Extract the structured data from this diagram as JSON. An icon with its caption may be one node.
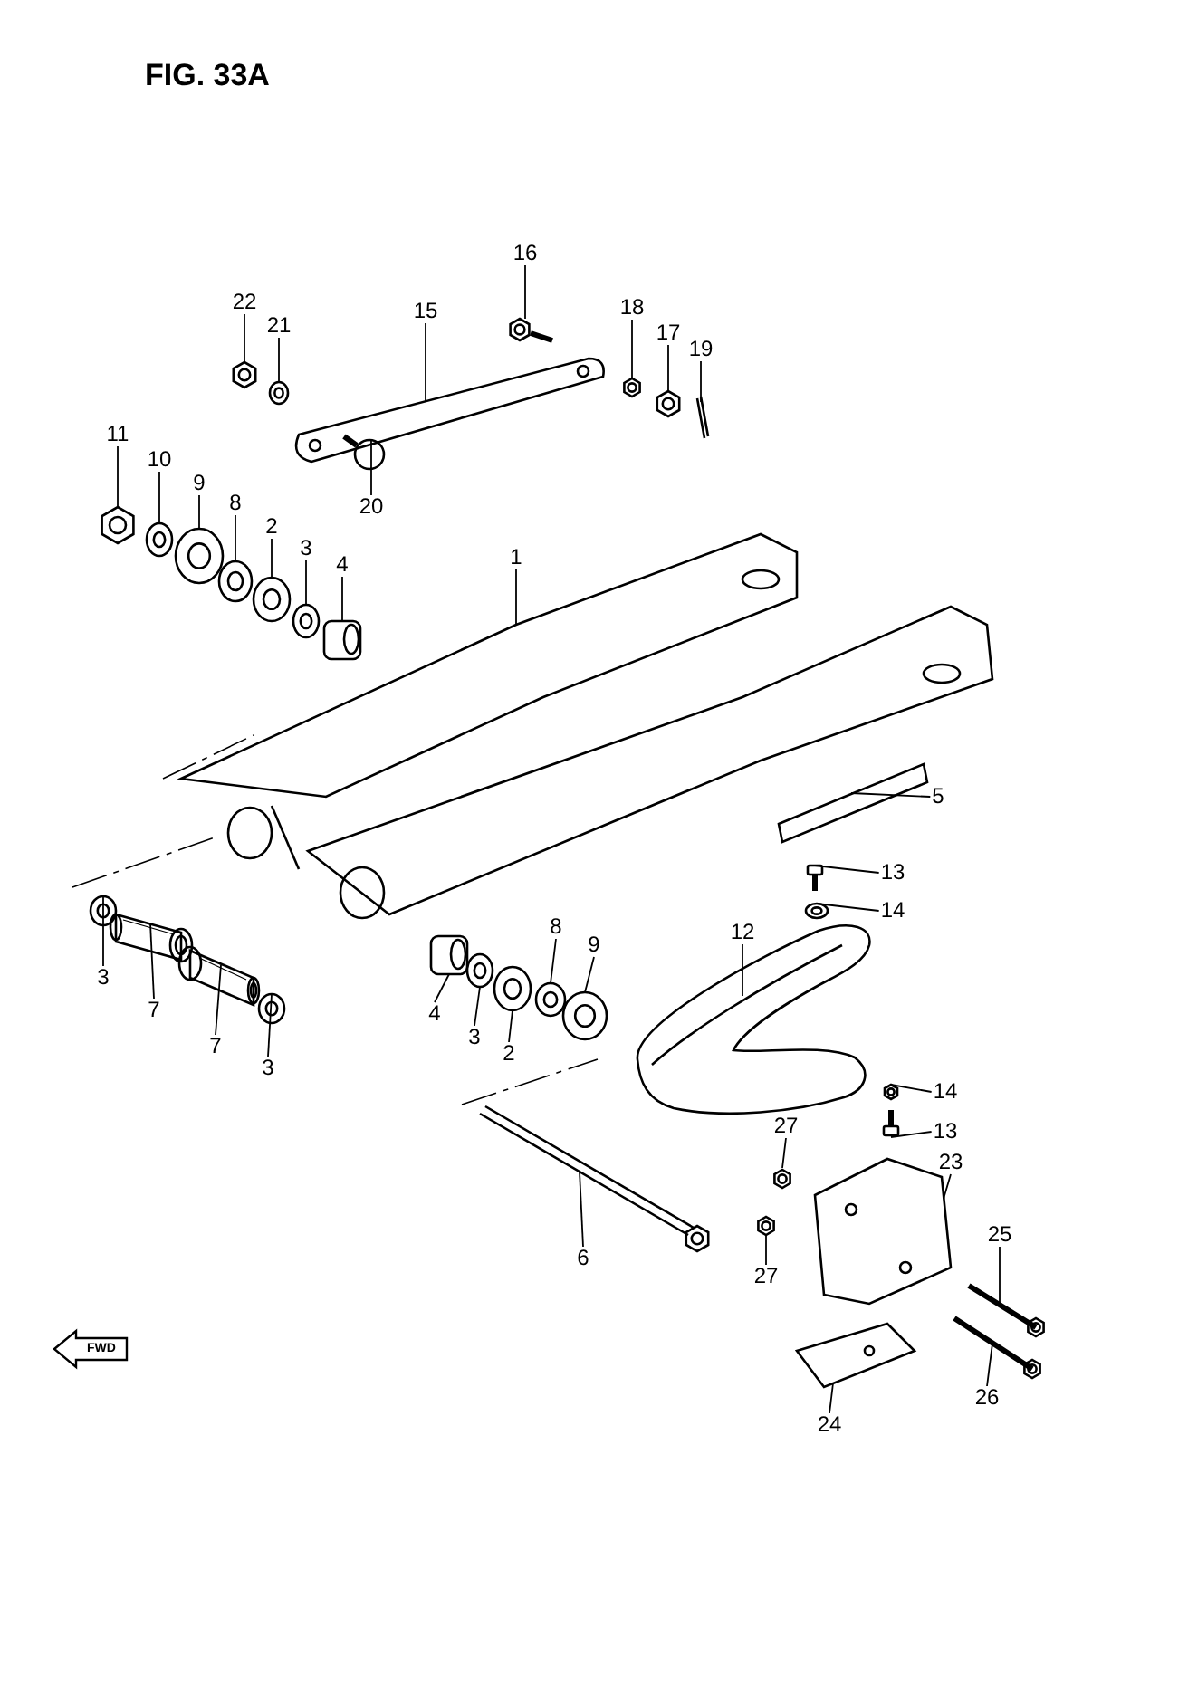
{
  "diagram": {
    "title": "FIG. 33A",
    "nodes": [
      {
        "text": [
          "16"
        ]
      },
      {
        "text": [
          "22"
        ]
      },
      {
        "text": [
          "15"
        ]
      },
      {
        "text": [
          "18"
        ]
      },
      {
        "text": [
          "21"
        ]
      },
      {
        "text": [
          "17"
        ]
      },
      {
        "text": [
          "19"
        ]
      },
      {
        "text": [
          "11"
        ]
      },
      {
        "text": [
          "10"
        ]
      },
      {
        "text": [
          "20"
        ]
      },
      {
        "text": [
          "9"
        ]
      },
      {
        "text": [
          "8"
        ]
      },
      {
        "text": [
          "2"
        ]
      },
      {
        "text": [
          "3"
        ]
      },
      {
        "text": [
          "4"
        ]
      },
      {
        "text": [
          "1"
        ]
      },
      {
        "text": [
          "5"
        ]
      },
      {
        "text": [
          "13"
        ]
      },
      {
        "text": [
          "14"
        ]
      },
      {
        "text": [
          "12"
        ]
      },
      {
        "text": [
          "8"
        ]
      },
      {
        "text": [
          "9"
        ]
      },
      {
        "text": [
          "3"
        ]
      },
      {
        "text": [
          "7"
        ]
      },
      {
        "text": [
          "4"
        ]
      },
      {
        "text": [
          "3"
        ]
      },
      {
        "text": [
          "7"
        ]
      },
      {
        "text": [
          "2"
        ]
      },
      {
        "text": [
          "3"
        ]
      },
      {
        "text": [
          "14"
        ]
      },
      {
        "text": [
          "13"
        ]
      },
      {
        "text": [
          "27"
        ]
      },
      {
        "text": [
          "23"
        ]
      },
      {
        "text": [
          "25"
        ]
      },
      {
        "text": [
          "6"
        ]
      },
      {
        "text": [
          "27"
        ]
      },
      {
        "text": [
          "26"
        ]
      },
      {
        "text": [
          "24"
        ]
      },
      {
        "text": [],
        "shape": "picture"
      },
      {
        "text": [],
        "shape": "picture"
      },
      {
        "text": [],
        "shape": "picture"
      },
      {
        "text": [],
        "shape": "picture"
      },
      {
        "text": [],
        "shape": "picture"
      },
      {
        "text": [],
        "shape": "picture"
      },
      {
        "text": [],
        "shape": "picture"
      },
      {
        "text": [],
        "shape": "picture"
      },
      {
        "text": [],
        "shape": "picture"
      },
      {
        "text": [],
        "shape": "picture"
      },
      {
        "text": [],
        "shape": "picture"
      },
      {
        "text": [],
        "shape": "picture"
      },
      {
        "text": [],
        "shape": "picture"
      },
      {
        "text": [],
        "shape": "picture"
      },
      {
        "text": [],
        "shape": "picture"
      },
      {
        "text": [],
        "shape": "picture"
      },
      {
        "text": [],
        "shape": "picture"
      },
      {
        "text": [],
        "shape": "picture"
      },
      {
        "text": [],
        "shape": "picture"
      },
      {
        "text": [],
        "shape": "picture"
      },
      {
        "text": [],
        "shape": "picture"
      },
      {
        "text": [],
        "shape": "picture"
      },
      {
        "text": [],
        "shape": "picture"
      },
      {
        "text": [],
        "shape": "picture"
      },
      {
        "text": [],
        "shape": "picture"
      },
      {
        "text": [],
        "shape": "picture"
      },
      {
        "text": [],
        "shape": "picture"
      },
      {
        "text": [],
        "shape": "picture"
      },
      {
        "text": [],
        "shape": "picture"
      },
      {
        "text": [],
        "shape": "picture"
      },
      {
        "text": [],
        "shape": "picture"
      },
      {
        "text": [],
        "shape": "picture"
      },
      {
        "text": [],
        "shape": "picture"
      },
      {
        "text": [],
        "shape": "picture"
      },
      {
        "text": [],
        "shape": "picture"
      },
      {
        "text": [],
        "shape": "picture"
      },
      {
        "text": [],
        "shape": "picture"
      },
      {
        "text": [],
        "shape": "picture"
      }
    ],
    "edges": [
      {
        "from": 0,
        "to": 38,
        "arrow": "none"
      },
      {
        "from": 1,
        "to": 39,
        "arrow": "none"
      },
      {
        "from": 2,
        "to": 40,
        "arrow": "none"
      },
      {
        "from": 3,
        "to": 41,
        "arrow": "none"
      },
      {
        "from": 4,
        "to": 42,
        "arrow": "none"
      },
      {
        "from": 5,
        "to": 43,
        "arrow": "none"
      },
      {
        "from": 6,
        "to": 44,
        "arrow": "none"
      },
      {
        "from": 7,
        "to": 45,
        "arrow": "none"
      },
      {
        "from": 8,
        "to": 46,
        "arrow": "none"
      },
      {
        "from": 9,
        "to": 47,
        "arrow": "none"
      },
      {
        "from": 10,
        "to": 48,
        "arrow": "none"
      },
      {
        "from": 11,
        "to": 49,
        "arrow": "none"
      },
      {
        "from": 12,
        "to": 50,
        "arrow": "none"
      },
      {
        "from": 13,
        "to": 51,
        "arrow": "none"
      },
      {
        "from": 14,
        "to": 52,
        "arrow": "none"
      },
      {
        "from": 15,
        "to": 53,
        "arrow": "none"
      },
      {
        "from": 16,
        "to": 54,
        "arrow": "none"
      },
      {
        "from": 17,
        "to": 55,
        "arrow": "none"
      },
      {
        "from": 18,
        "to": 56,
        "arrow": "none"
      },
      {
        "from": 19,
        "to": 57,
        "arrow": "none"
      },
      {
        "from": 20,
        "to": 58,
        "arrow": "none"
      },
      {
        "from": 21,
        "to": 59,
        "arrow": "none"
      },
      {
        "from": 22,
        "to": 60,
        "arrow": "none"
      },
      {
        "from": 23,
        "to": 61,
        "arrow": "none"
      },
      {
        "from": 24,
        "to": 62,
        "arrow": "none"
      },
      {
        "from": 25,
        "to": 63,
        "arrow": "none"
      },
      {
        "from": 26,
        "to": 64,
        "arrow": "none"
      },
      {
        "from": 27,
        "to": 65,
        "arrow": "none"
      },
      {
        "from": 28,
        "to": 66,
        "arrow": "none"
      },
      {
        "from": 29,
        "to": 67,
        "arrow": "none"
      },
      {
        "from": 30,
        "to": 68,
        "arrow": "none"
      },
      {
        "from": 31,
        "to": 69,
        "arrow": "none"
      },
      {
        "from": 32,
        "to": 70,
        "arrow": "none"
      },
      {
        "from": 33,
        "to": 71,
        "arrow": "none"
      },
      {
        "from": 34,
        "to": 72,
        "arrow": "none"
      },
      {
        "from": 35,
        "to": 73,
        "arrow": "none"
      },
      {
        "from": 36,
        "to": 74,
        "arrow": "none"
      },
      {
        "from": 37,
        "to": 75,
        "arrow": "none"
      }
    ],
    "labels": [
      "FWD"
    ]
  }
}
